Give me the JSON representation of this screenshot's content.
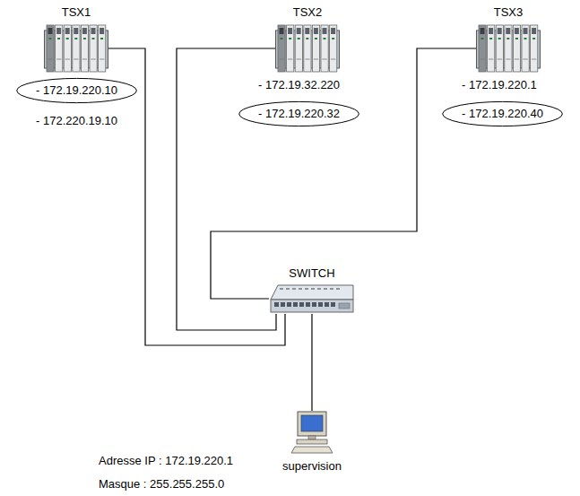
{
  "diagram": {
    "nodes": [
      {
        "text": [
          "TSX1"
        ]
      },
      {
        "text": [
          "TSX2"
        ]
      },
      {
        "text": [
          "TSX3"
        ]
      },
      {
        "text": [
          "SWITCH"
        ]
      },
      {
        "text": [
          "supervision"
        ]
      }
    ],
    "edges": [
      {
        "from": 0,
        "to": 3,
        "arrow": "none"
      },
      {
        "from": 1,
        "to": 3,
        "arrow": "none"
      },
      {
        "from": 2,
        "to": 3,
        "arrow": "none"
      },
      {
        "from": 3,
        "to": 4,
        "arrow": "none"
      }
    ],
    "labels": [
      "- 172.19.220.10",
      "- 172.220.19.10",
      "- 172.19.32.220",
      "- 172.19.220.32",
      "- 172.19.220.1",
      "- 172.19.220.40",
      "Adresse IP : 172.19.220.1",
      "Masque : 255.255.255.0"
    ]
  }
}
